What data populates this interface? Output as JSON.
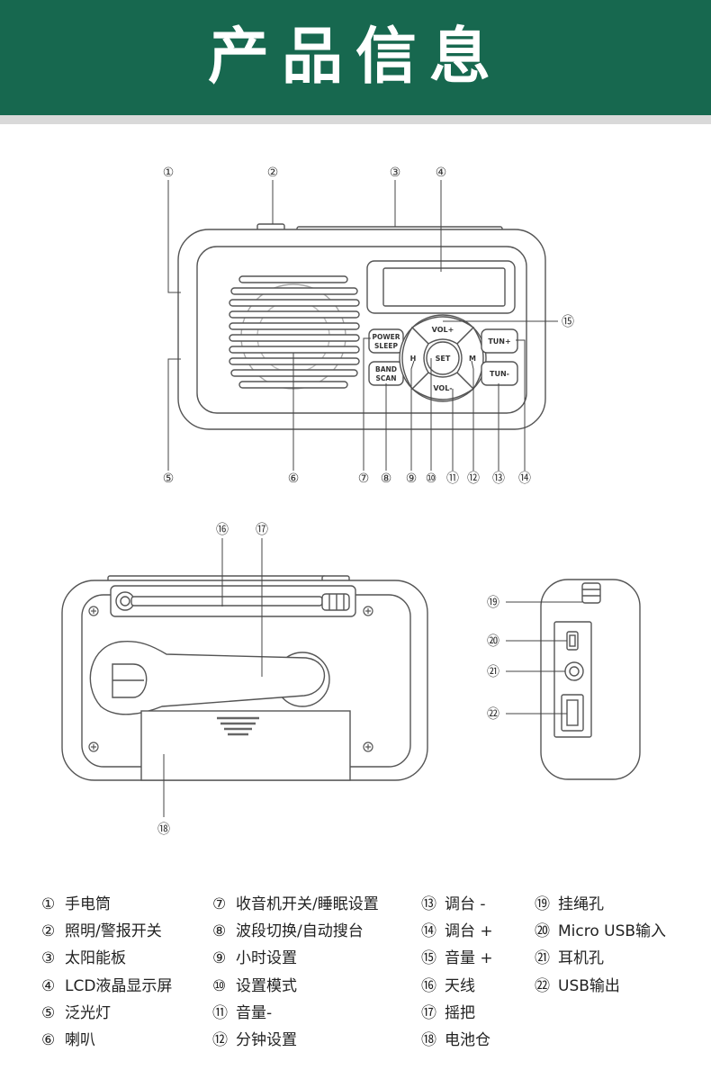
{
  "header": {
    "title": "产品信息"
  },
  "front_view": {
    "callouts": [
      "①",
      "②",
      "③",
      "④",
      "⑤",
      "⑥",
      "⑦",
      "⑧",
      "⑨",
      "⑩",
      "⑪",
      "⑫",
      "⑬",
      "⑭",
      "⑮"
    ],
    "buttons": {
      "power": "POWER",
      "sleep": "SLEEP",
      "band": "BAND",
      "scan": "SCAN",
      "vol_up": "VOL+",
      "vol_down": "VOL-",
      "set": "SET",
      "h": "H",
      "m": "M",
      "tun_up": "TUN+",
      "tun_down": "TUN-"
    }
  },
  "back_view": {
    "callouts": [
      "⑯",
      "⑰",
      "⑱"
    ]
  },
  "side_view": {
    "callouts": [
      "⑲",
      "⑳",
      "㉑",
      "㉒"
    ]
  },
  "legend": {
    "col1": [
      {
        "num": "①",
        "label": "手电筒"
      },
      {
        "num": "②",
        "label": "照明/警报开关"
      },
      {
        "num": "③",
        "label": "太阳能板"
      },
      {
        "num": "④",
        "label": "LCD液晶显示屏"
      },
      {
        "num": "⑤",
        "label": "泛光灯"
      },
      {
        "num": "⑥",
        "label": "喇叭"
      }
    ],
    "col2": [
      {
        "num": "⑦",
        "label": "收音机开关/睡眠设置"
      },
      {
        "num": "⑧",
        "label": "波段切换/自动搜台"
      },
      {
        "num": "⑨",
        "label": "小时设置"
      },
      {
        "num": "⑩",
        "label": "设置模式"
      },
      {
        "num": "⑪",
        "label": "音量-"
      },
      {
        "num": "⑫",
        "label": "分钟设置"
      }
    ],
    "col3": [
      {
        "num": "⑬",
        "label": "调台 -"
      },
      {
        "num": "⑭",
        "label": "调台 +"
      },
      {
        "num": "⑮",
        "label": "音量 +"
      },
      {
        "num": "⑯",
        "label": "天线"
      },
      {
        "num": "⑰",
        "label": "摇把"
      },
      {
        "num": "⑱",
        "label": "电池仓"
      }
    ],
    "col4": [
      {
        "num": "⑲",
        "label": "挂绳孔"
      },
      {
        "num": "⑳",
        "label": "Micro USB输入"
      },
      {
        "num": "㉑",
        "label": "耳机孔"
      },
      {
        "num": "㉒",
        "label": "USB输出"
      }
    ]
  }
}
